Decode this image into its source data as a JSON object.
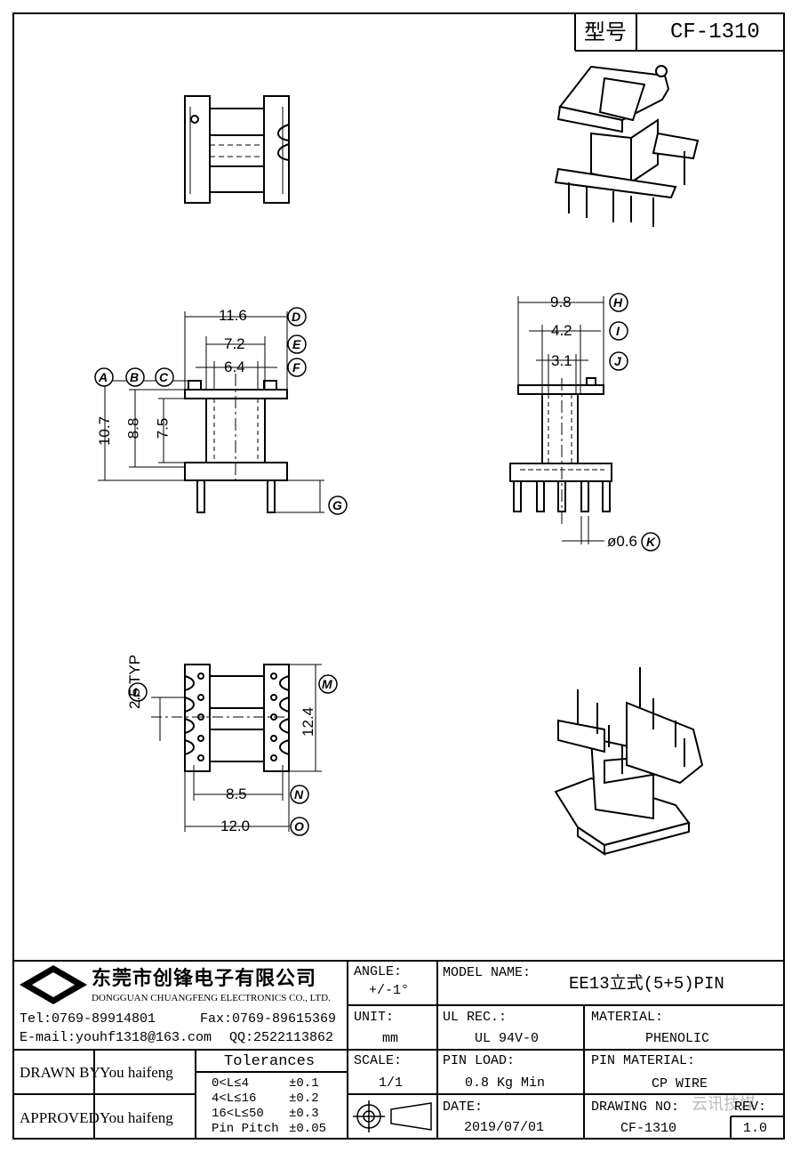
{
  "header": {
    "label": "型号",
    "model": "CF-1310"
  },
  "dimensions": {
    "side": {
      "d": "11.6",
      "e": "7.2",
      "f": "6.4",
      "a": "10.7",
      "b": "8.8",
      "c": "7.5"
    },
    "front": {
      "h": "9.8",
      "i": "4.2",
      "j": "3.1",
      "k": "ø0.6"
    },
    "bottom": {
      "l": "2.5 TYP",
      "m": "12.4",
      "n": "8.5",
      "o": "12.0"
    }
  },
  "callouts": [
    "A",
    "B",
    "C",
    "D",
    "E",
    "F",
    "G",
    "H",
    "I",
    "J",
    "K",
    "L",
    "M",
    "N",
    "O"
  ],
  "company": {
    "logo": "CF",
    "name_cn": "东莞市创锋电子有限公司",
    "name_en": "DONGGUAN CHUANGFENG ELECTRONICS CO., LTD.",
    "tel": "Tel:0769-89914801",
    "fax": "Fax:0769-89615369",
    "email": "E-mail:youhf1318@163.com",
    "qq": "QQ:2522113862"
  },
  "title_block": {
    "angle_label": "ANGLE:",
    "angle_value": "+/-1°",
    "unit_label": "UNIT:",
    "unit_value": "mm",
    "scale_label": "SCALE:",
    "scale_value": "1/1",
    "model_label": "MODEL NAME:",
    "model_value": "EE13立式(5+5)PIN",
    "ul_label": "UL REC.:",
    "ul_value": "UL 94V-0",
    "material_label": "MATERIAL:",
    "material_value": "PHENOLIC",
    "pinload_label": "PIN LOAD:",
    "pinload_value": "0.8 Kg Min",
    "pinmat_label": "PIN MATERIAL:",
    "pinmat_value": "CP WIRE",
    "date_label": "DATE:",
    "date_value": "2019/07/01",
    "drawing_label": "DRAWING NO:",
    "drawing_value": "CF-1310",
    "rev_label": "REV:",
    "rev_value": "1.0",
    "drawn_label": "DRAWN BY",
    "drawn_value": "You haifeng",
    "approved_label": "APPROVED",
    "approved_value": "You haifeng",
    "tol_title": "Tolerances",
    "tolerances": [
      {
        "range": "0<L≤4",
        "value": "±0.1"
      },
      {
        "range": "4<L≤16",
        "value": "±0.2"
      },
      {
        "range": "16<L≤50",
        "value": "±0.3"
      },
      {
        "range": "Pin Pitch",
        "value": "±0.05"
      }
    ],
    "watermark": "云讯技媒"
  }
}
